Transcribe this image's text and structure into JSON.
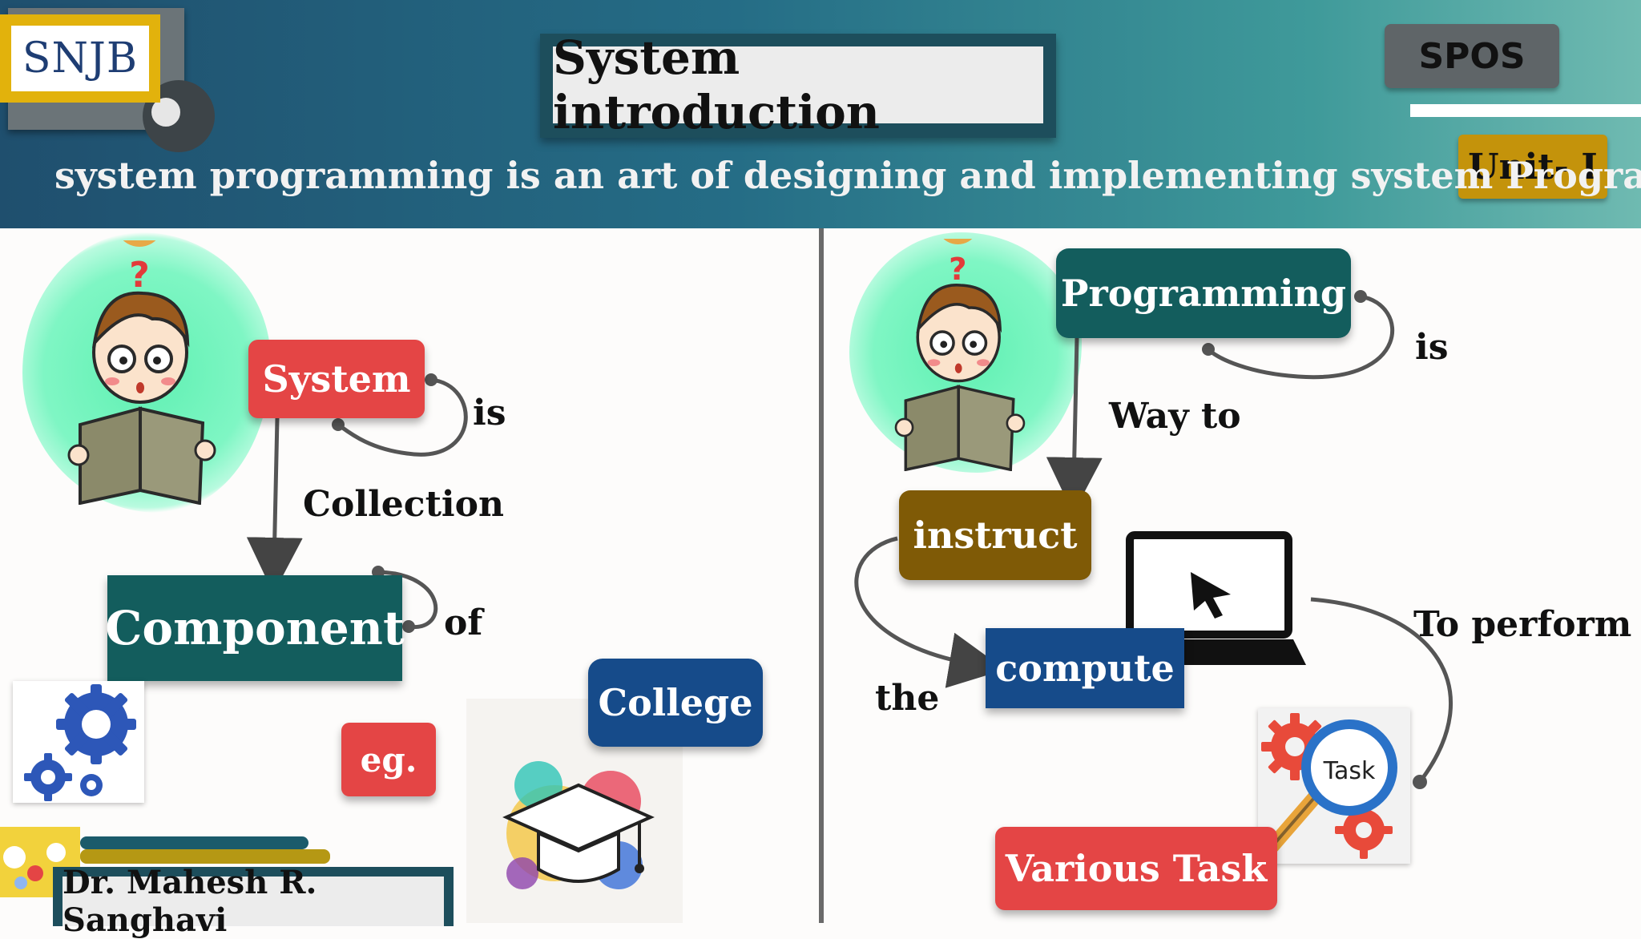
{
  "header": {
    "logo_text": "SNJB",
    "title": "System introduction",
    "subject": "SPOS",
    "unit": "Unit- I",
    "subtitle": "system programming is an art of designing and implementing system Programs."
  },
  "left_diagram": {
    "system": "System",
    "is": "is",
    "collection": "Collection",
    "component": "Component",
    "of": "of",
    "college": "College",
    "eg": "eg."
  },
  "right_diagram": {
    "programming": "Programming",
    "is": "is",
    "way_to": "Way to",
    "instruct": "instruct",
    "the": "the",
    "compute": "compute",
    "to_perform": "To perform",
    "task_icon_label": "Task",
    "various_task": "Various Task"
  },
  "footer": {
    "author": "Dr. Mahesh R. Sanghavi"
  },
  "colors": {
    "red": "#e44545",
    "teal": "#135d5d",
    "blue": "#164b8a",
    "olive": "#7f5a06",
    "gold": "#c4930b"
  },
  "icons": [
    "question-icon",
    "student-reading-icon",
    "gears-icon",
    "graduation-cap-icon",
    "laptop-icon",
    "cursor-icon",
    "task-gear-magnifier-icon"
  ]
}
